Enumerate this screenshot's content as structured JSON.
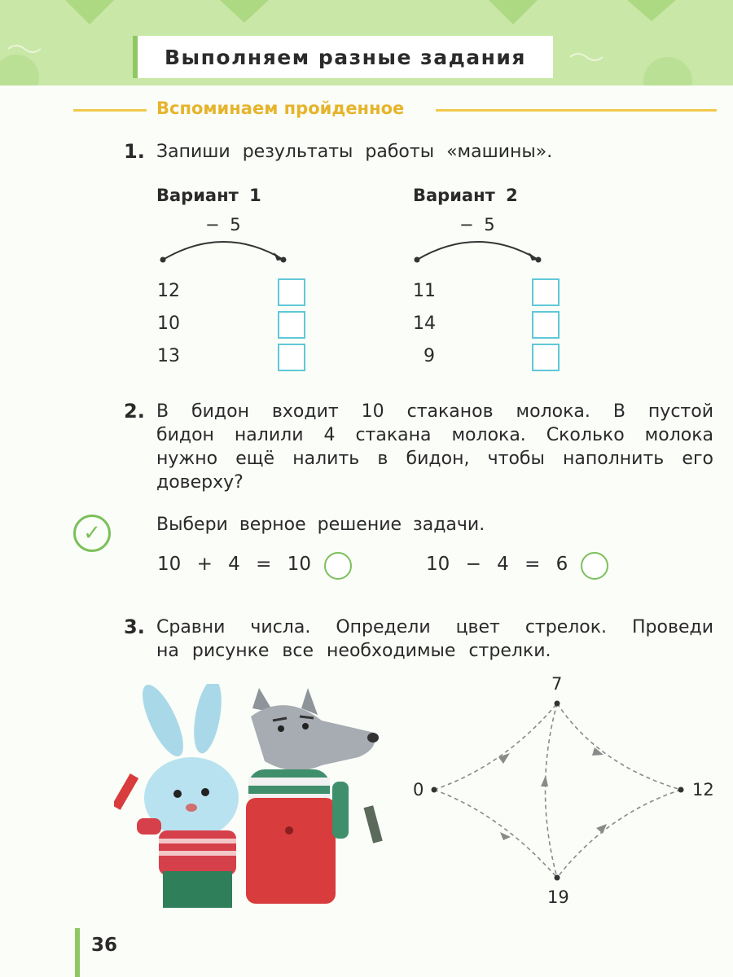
{
  "page": {
    "title": "Выполняем разные задания",
    "section": "Вспоминаем пройденное",
    "page_number": "36"
  },
  "colors": {
    "banner": "#c9e7a6",
    "accent_green": "#8fc763",
    "section_yellow": "#f2c94c",
    "answer_box_cyan": "#5fc8d8"
  },
  "task1": {
    "number": "1.",
    "text": "Запиши результаты работы «машины».",
    "variant1": {
      "title": "Вариант 1",
      "operation": "− 5",
      "inputs": [
        "12",
        "10",
        "13"
      ]
    },
    "variant2": {
      "title": "Вариант 2",
      "operation": "− 5",
      "inputs": [
        "11",
        "14",
        "9"
      ]
    }
  },
  "task2": {
    "number": "2.",
    "lines": [
      "В бидон входит 10 стаканов молока. В пустой",
      "бидон налили 4 стакана молока. Сколько молока",
      "нужно ещё налить в бидон, чтобы наполнить его",
      "доверху?"
    ],
    "check_icon": "✓",
    "prompt": "Выбери верное решение задачи.",
    "option1": "10 + 4 = 10",
    "option2": "10 − 4 = 6"
  },
  "task3": {
    "number": "3.",
    "lines": [
      "Сравни числа. Определи цвет стрелок. Проведи",
      "на рисунке все необходимые стрелки."
    ],
    "illustration": "bunny-and-wolf-illustration",
    "graph": {
      "nodes": [
        "7",
        "0",
        "12",
        "19"
      ]
    }
  }
}
